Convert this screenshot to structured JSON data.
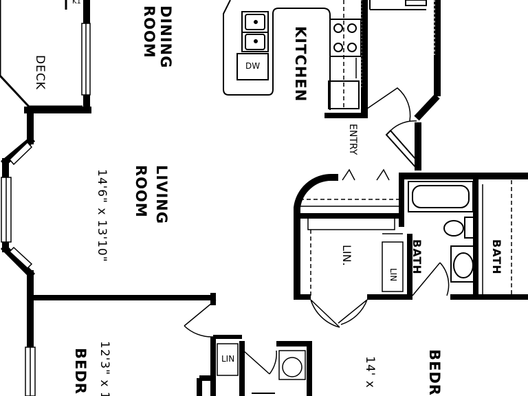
{
  "plan": {
    "colors": {
      "wall": "#000000",
      "fixture": "#000000",
      "background": "#ffffff",
      "shade": "#9a9a9a"
    },
    "rooms": {
      "dining_line1": "DINING",
      "dining_line2": "ROOM",
      "kitchen": "KITCHEN",
      "deck": "DECK",
      "living_line1": "LIVING",
      "living_line2": "ROOM",
      "living_dims": "14'6\" x 13'10\"",
      "entry": "ENTRY",
      "bath_1": "BATH",
      "bath_2": "BATH",
      "bedroom_left": "BEDR",
      "bedroom_left_dims": "12'3\" x 1",
      "bedroom_right": "BEDR",
      "bedroom_right_dims": "14' x",
      "linen": "LIN.",
      "linen_small_1": "LIN",
      "linen_small_2": "LIN",
      "dishwasher": "DW",
      "corner_tag": "K1"
    }
  }
}
